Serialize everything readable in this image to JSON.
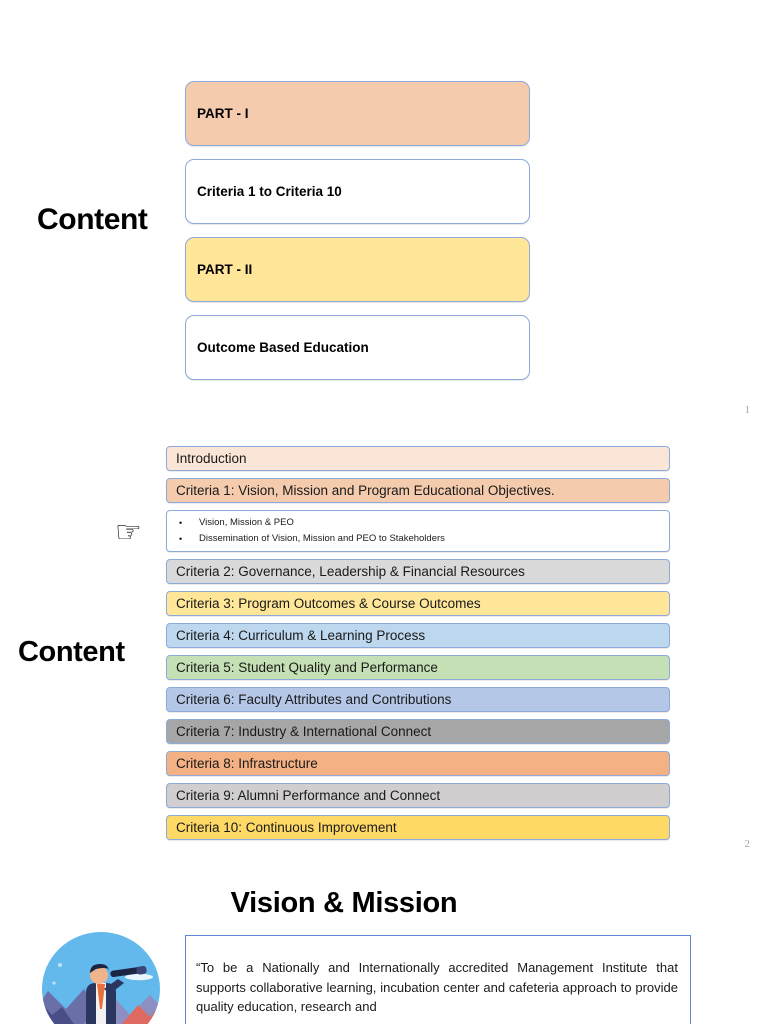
{
  "document": {
    "type": "presentation-scroll",
    "background": "#ffffff"
  },
  "slide1": {
    "page_number": "1",
    "heading": "Content",
    "boxes": [
      {
        "label": "PART - I",
        "color": "#f5cbad",
        "border": "#8ea9db"
      },
      {
        "label": "Criteria 1 to Criteria 10",
        "color": "#ffffff",
        "border": "#8ea9db"
      },
      {
        "label": "PART - II",
        "color": "#ffe699",
        "border": "#8ea9db"
      },
      {
        "label": "Outcome Based Education",
        "color": "#ffffff",
        "border": "#8ea9db"
      }
    ]
  },
  "slide2": {
    "page_number": "2",
    "heading": "Content",
    "pointer_icon": "☞",
    "rows": [
      {
        "label": "Introduction",
        "color": "#fbe5d6"
      },
      {
        "label": "Criteria 1: Vision, Mission and Program Educational Objectives.",
        "color": "#f5cbad"
      },
      {
        "label": "Criteria 2: Governance, Leadership & Financial Resources",
        "color": "#d9d9d9"
      },
      {
        "label": "Criteria 3: Program Outcomes & Course Outcomes",
        "color": "#ffe699"
      },
      {
        "label": "Criteria 4: Curriculum & Learning Process",
        "color": "#bdd7ee"
      },
      {
        "label": "Criteria 5: Student Quality and Performance",
        "color": "#c5e0b4"
      },
      {
        "label": "Criteria 6: Faculty Attributes and Contributions",
        "color": "#b4c7e7"
      },
      {
        "label": "Criteria 7: Industry & International Connect",
        "color": "#a6a6a6"
      },
      {
        "label": "Criteria 8: Infrastructure",
        "color": "#f4b183"
      },
      {
        "label": "Criteria 9: Alumni Performance and Connect",
        "color": "#d0cece"
      },
      {
        "label": "Criteria 10: Continuous Improvement",
        "color": "#ffd966"
      }
    ],
    "sub_items": {
      "bullet": "•",
      "items": [
        "Vision, Mission & PEO",
        "Dissemination of Vision, Mission and PEO to Stakeholders"
      ]
    }
  },
  "slide3": {
    "title": "Vision & Mission",
    "illustration": "businessman-with-telescope-illustration",
    "vision_text": "“To be a Nationally and Internationally accredited Management Institute that supports collaborative learning, incubation center and cafeteria approach to provide quality education, research and"
  }
}
